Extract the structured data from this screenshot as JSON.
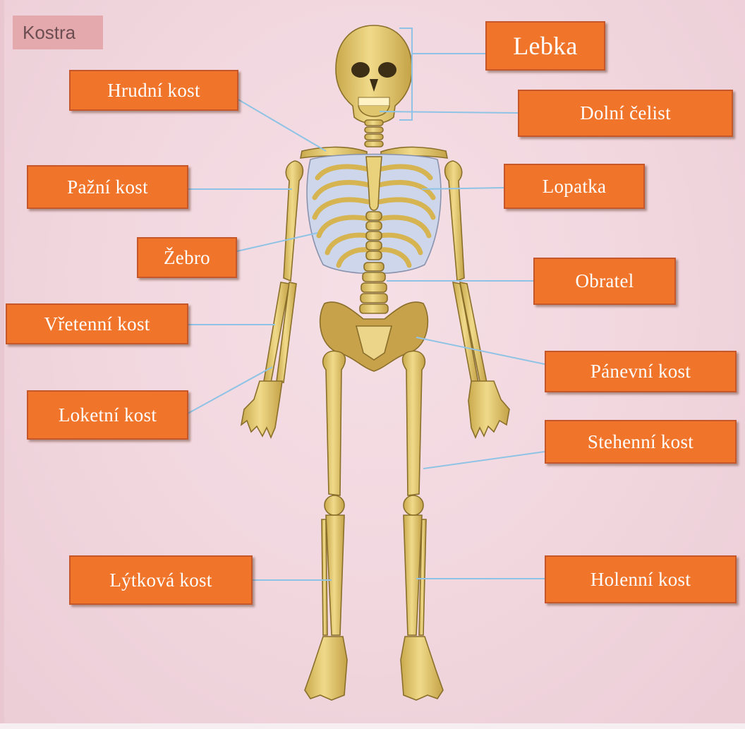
{
  "header": {
    "title": "Kostra"
  },
  "labels": {
    "lebka": "Lebka",
    "dolni_celist": "Dolní čelist",
    "hrudni_kost": "Hrudní kost",
    "pazni_kost": "Pažní kost",
    "lopatka": "Lopatka",
    "zebro": "Žebro",
    "obratel": "Obratel",
    "vretenni_kost": "Vřetenní kost",
    "panevni_kost": "Pánevní kost",
    "loketni_kost": "Loketní kost",
    "stehenni_kost": "Stehenní kost",
    "lytkova_kost": "Lýtková kost",
    "holenni_kost": "Holenní kost"
  },
  "colors": {
    "label_fill": "#f0752b",
    "label_text": "#ffffff",
    "leader_line": "#8fc3e5",
    "bone": "#e8cf7c",
    "background": "#f2d8df"
  }
}
